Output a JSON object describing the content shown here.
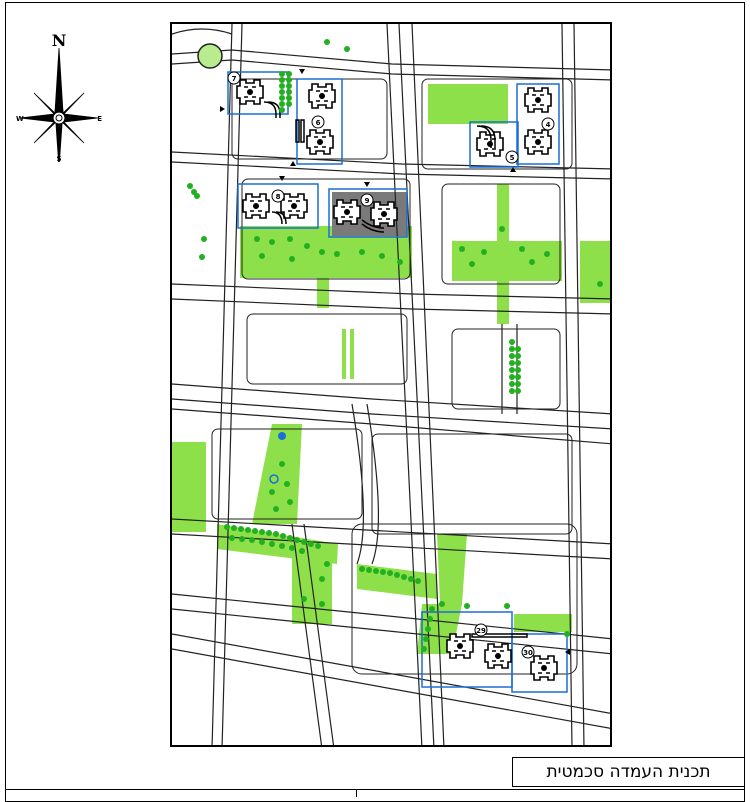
{
  "compass": {
    "north": "N",
    "south": "S",
    "east": "E",
    "west": "W"
  },
  "title": {
    "text": "תכנית העמדה סכמטית"
  },
  "buildings": [
    {
      "id": "7",
      "label": "7"
    },
    {
      "id": "6",
      "label": "6"
    },
    {
      "id": "4",
      "label": "4"
    },
    {
      "id": "5",
      "label": "5"
    },
    {
      "id": "8",
      "label": "8"
    },
    {
      "id": "9",
      "label": "9"
    },
    {
      "id": "29",
      "label": "29"
    },
    {
      "id": "30",
      "label": "30"
    }
  ],
  "colors": {
    "park_green": "#8ee04a",
    "tree_green": "#22b020",
    "lot_outline": "#1a6fd6",
    "road_line": "#222222",
    "highlight_lot": "#7a7a7a",
    "roundabout": "#b8ec8e"
  }
}
